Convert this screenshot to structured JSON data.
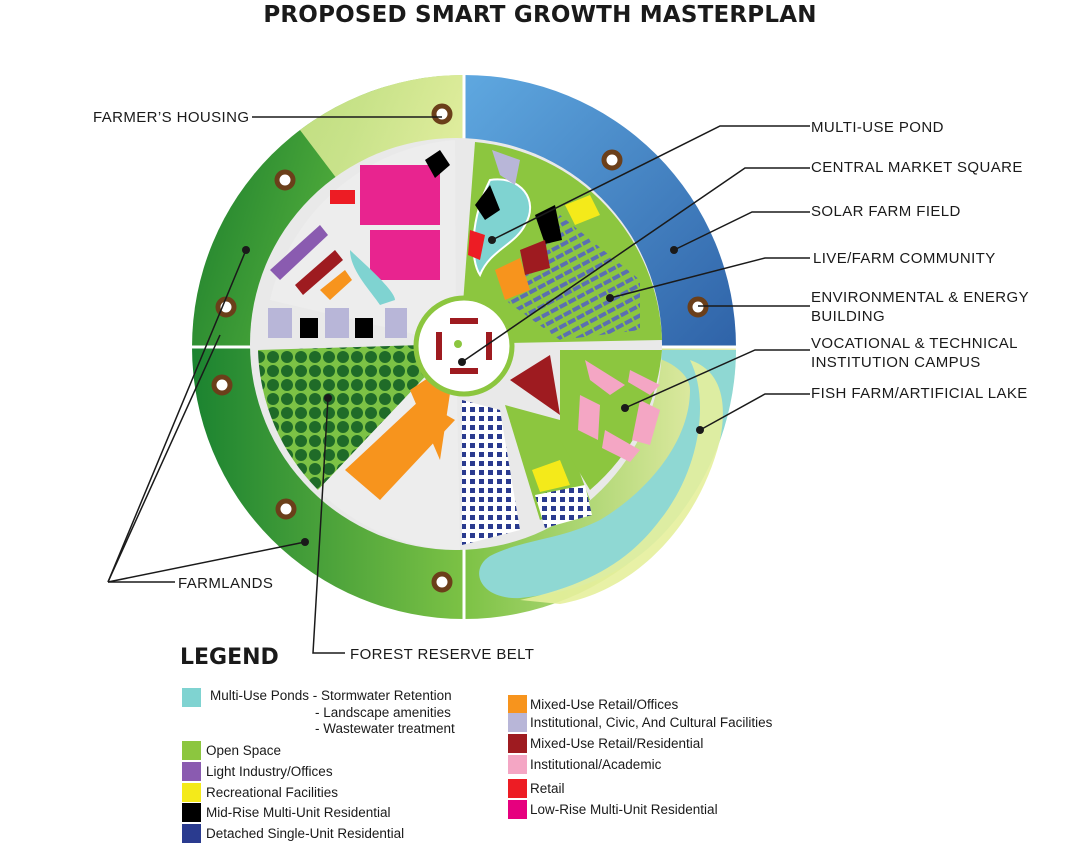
{
  "title": "PROPOSED SMART GROWTH MASTERPLAN",
  "callouts": {
    "farmers_housing": "FARMER’S HOUSING",
    "multi_use_pond": "MULTI-USE POND",
    "central_market": "CENTRAL MARKET SQUARE",
    "solar_farm": "SOLAR FARM FIELD",
    "live_farm": "LIVE/FARM COMMUNITY",
    "env_energy_1": "ENVIRONMENTAL & ENERGY",
    "env_energy_2": "BUILDING",
    "vocational_1": "VOCATIONAL & TECHNICAL",
    "vocational_2": " INSTITUTION CAMPUS",
    "fish_farm": "FISH FARM/ARTIFICIAL LAKE",
    "farmlands": "FARMLANDS",
    "forest_belt": "FOREST RESERVE BELT"
  },
  "legend": {
    "title": "LEGEND",
    "ponds_main": "Multi-Use Ponds - Stormwater Retention",
    "ponds_sub1": "- Landscape amenities",
    "ponds_sub2": "- Wastewater treatment",
    "items_left": [
      {
        "label": "Open Space",
        "color": "#8cc63f"
      },
      {
        "label": "Light Industry/Offices",
        "color": "#8a5bb0"
      },
      {
        "label": "Recreational Facilities",
        "color": "#f4ea1a"
      },
      {
        "label": "Mid-Rise Multi-Unit Residential",
        "color": "#000000"
      },
      {
        "label": "Detached Single-Unit Residential",
        "color": "#2a3b8f"
      }
    ],
    "items_right": [
      {
        "label": "Mixed-Use Retail/Offices",
        "color": "#f7941d"
      },
      {
        "label": "Institutional, Civic, And Cultural Facilities",
        "color": "#b8b6d8"
      },
      {
        "label": "Mixed-Use Retail/Residential",
        "color": "#9e1b20"
      },
      {
        "label": "Institutional/Academic",
        "color": "#f4a6c4"
      },
      {
        "label": "Retail",
        "color": "#ed1c24"
      },
      {
        "label": "Low-Rise Multi-Unit Residential",
        "color": "#e6007e"
      }
    ],
    "pond_color": "#7fd3d1"
  }
}
